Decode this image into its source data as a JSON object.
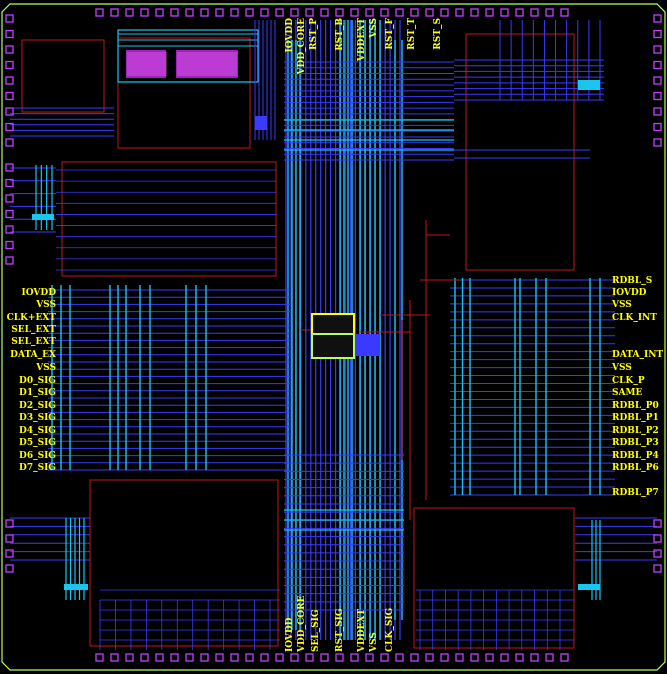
{
  "colors": {
    "background": "#000000",
    "die_outline": "#b6ff5a",
    "pad": "#c040ff",
    "metal_cyan": "#19c6f0",
    "metal_blue": "#3a3aff",
    "block_red": "#c01818",
    "label": "#ffff00",
    "purple_fill": "#a020c0"
  },
  "labels": {
    "top": [
      "IOVDD",
      "VDD_CORE",
      "RST_P",
      "RST_B",
      "VDDEXT",
      "VSS",
      "RST_F",
      "RST_T",
      "RST_S"
    ],
    "bottom": [
      "IOVDD",
      "VDD_CORE",
      "SEL_SIG",
      "RST_SIG",
      "VDDEXT",
      "VSS",
      "CLK_SIG"
    ],
    "left": [
      "IOVDD",
      "VSS",
      "CLK+EXT",
      "SEL_EXT",
      "SEL_EXT",
      "DATA_EX",
      "VSS",
      "D0_SIG",
      "D1_SIG",
      "D2_SIG",
      "D3_SIG",
      "D4_SIG",
      "D5_SIG",
      "D6_SIG",
      "D7_SIG"
    ],
    "right": [
      "RDBL_S",
      "IOVDD",
      "VSS",
      "CLK_INT",
      "DATA_INT",
      "VSS",
      "CLK_P",
      "SAME",
      "RDBL_P0",
      "RDBL_P1",
      "RDBL_P2",
      "RDBL_P3",
      "RDBL_P4",
      "RDBL_P6",
      "RDBL_P7"
    ]
  },
  "icons": {
    "pad": "square-bond-pad-icon",
    "core": "core-cell-icon"
  }
}
